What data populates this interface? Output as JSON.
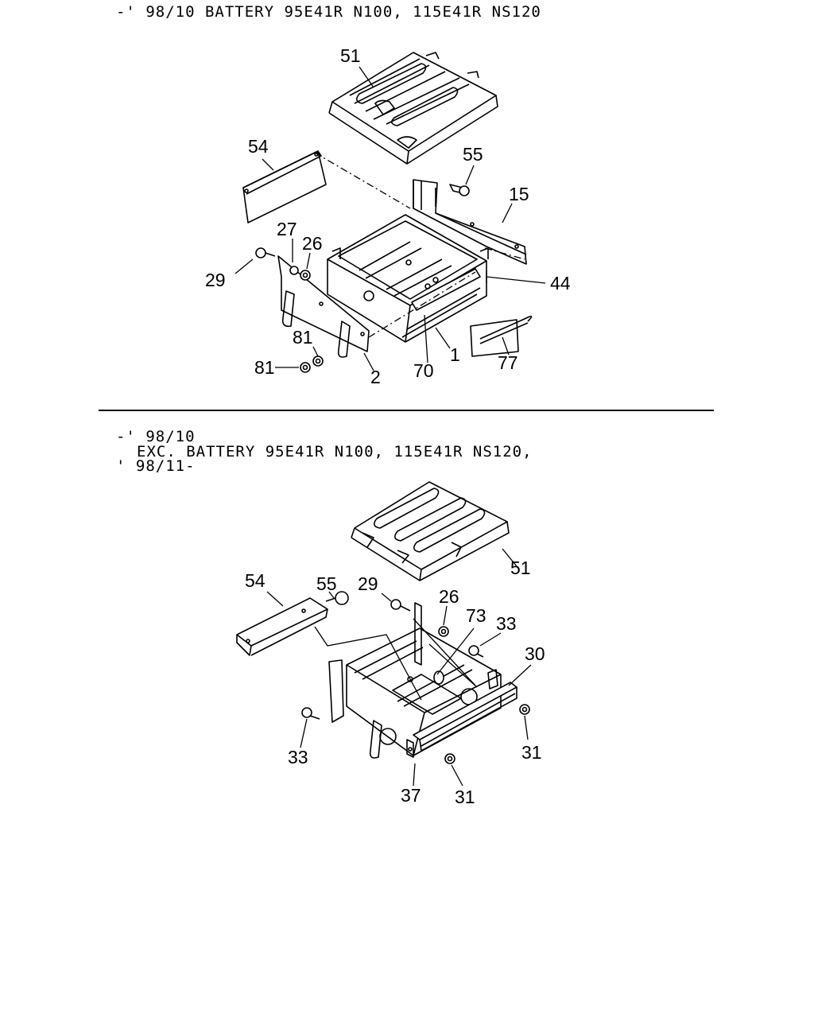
{
  "diagram1": {
    "header": "-' 98/10 BATTERY 95E41R N100, 115E41R NS120",
    "callouts": [
      "51",
      "54",
      "55",
      "15",
      "27",
      "26",
      "29",
      "44",
      "81",
      "81",
      "2",
      "70",
      "1",
      "77"
    ]
  },
  "diagram2": {
    "header_line1": "-' 98/10",
    "header_line2": "EXC. BATTERY 95E41R N100, 115E41R NS120,",
    "header_line3": "' 98/11-",
    "callouts": [
      "54",
      "55",
      "29",
      "26",
      "73",
      "33",
      "30",
      "51",
      "33",
      "31",
      "37",
      "31"
    ]
  }
}
